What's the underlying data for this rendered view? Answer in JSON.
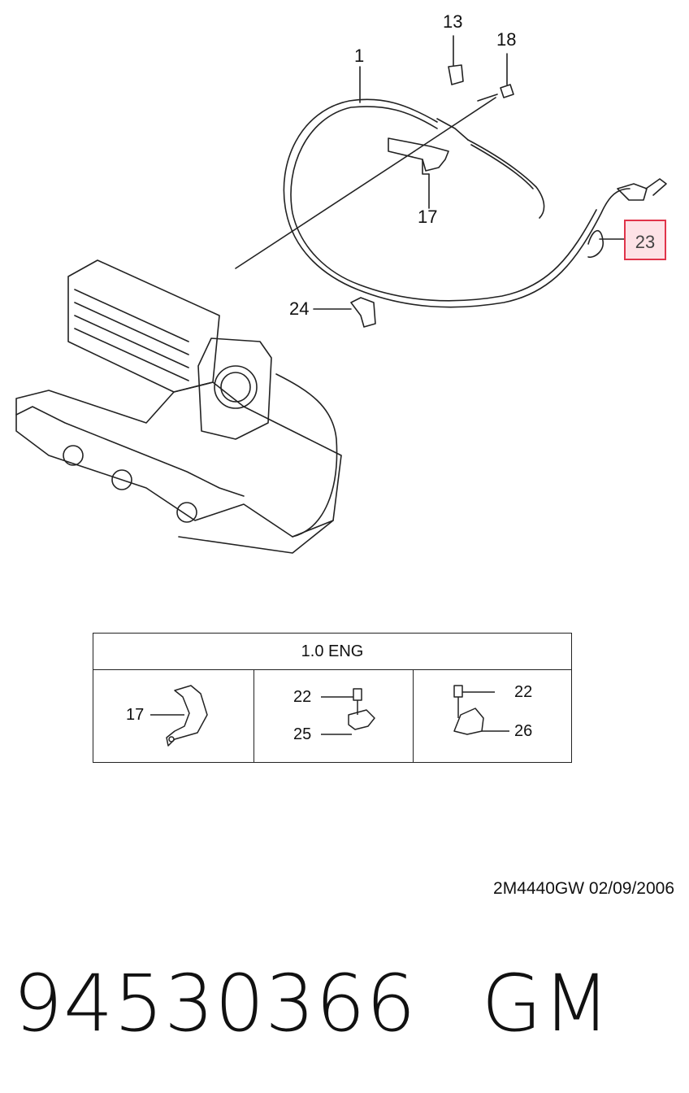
{
  "callouts": {
    "c1": "1",
    "c13": "13",
    "c18": "18",
    "c17": "17",
    "c23": "23",
    "c24": "24"
  },
  "variant_table": {
    "header": "1.0 ENG",
    "cells": [
      {
        "labels": [
          "17"
        ]
      },
      {
        "labels": [
          "22",
          "25"
        ]
      },
      {
        "labels": [
          "22",
          "26"
        ]
      }
    ]
  },
  "footer": {
    "drawing_code": "2M4440GW  02/09/2006",
    "part_number": "94530366",
    "brand": "GM"
  },
  "colors": {
    "line": "#222222",
    "highlight_border": "#e0344a",
    "highlight_fill": "#fde2e6"
  }
}
